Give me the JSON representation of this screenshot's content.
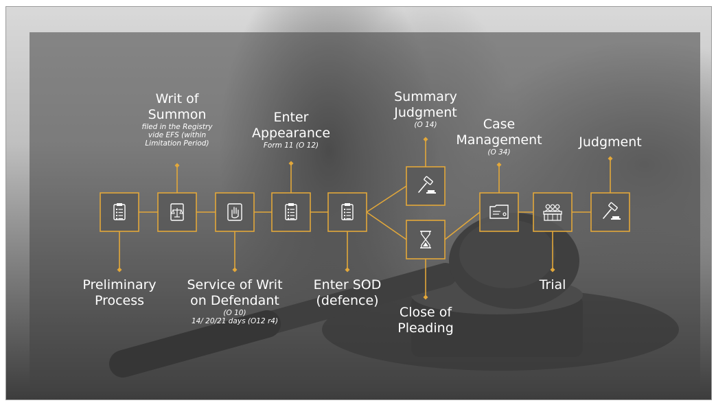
{
  "stages": [
    {
      "id": "preliminary",
      "title_lines": [
        "Preliminary",
        "Process"
      ],
      "sub_lines": [],
      "icon": "clipboard-icon"
    },
    {
      "id": "writ",
      "title_lines": [
        "Writ of",
        "Summon"
      ],
      "sub_lines": [
        "filed in the Registry",
        "vide EFS (within",
        "Limitation Period)"
      ],
      "icon": "scales-document-icon"
    },
    {
      "id": "service",
      "title_lines": [
        "Service of Writ",
        "on Defendant"
      ],
      "sub_lines": [
        "(O 10)",
        "14/ 20/21 days (O12 r4)"
      ],
      "icon": "hand-document-icon"
    },
    {
      "id": "appearance",
      "title_lines": [
        "Enter",
        "Appearance"
      ],
      "sub_lines": [
        "Form 11 (O 12)"
      ],
      "icon": "clipboard-icon"
    },
    {
      "id": "sod",
      "title_lines": [
        "Enter SOD",
        "(defence)"
      ],
      "sub_lines": [],
      "icon": "clipboard-icon"
    },
    {
      "id": "summary",
      "title_lines": [
        "Summary",
        "Judgment"
      ],
      "sub_lines": [
        "(O 14)"
      ],
      "icon": "gavel-icon"
    },
    {
      "id": "close",
      "title_lines": [
        "Close of",
        "Pleading"
      ],
      "sub_lines": [],
      "icon": "hourglass-icon"
    },
    {
      "id": "case",
      "title_lines": [
        "Case",
        "Management"
      ],
      "sub_lines": [
        "(O 34)"
      ],
      "icon": "folder-icon"
    },
    {
      "id": "trial",
      "title_lines": [
        "Trial"
      ],
      "sub_lines": [],
      "icon": "courtroom-icon"
    },
    {
      "id": "judgment",
      "title_lines": [
        "Judgment"
      ],
      "sub_lines": [],
      "icon": "gavel-icon"
    }
  ],
  "colors": {
    "accent": "#e3a83a",
    "text": "#ffffff",
    "box_fill": "#595959"
  }
}
